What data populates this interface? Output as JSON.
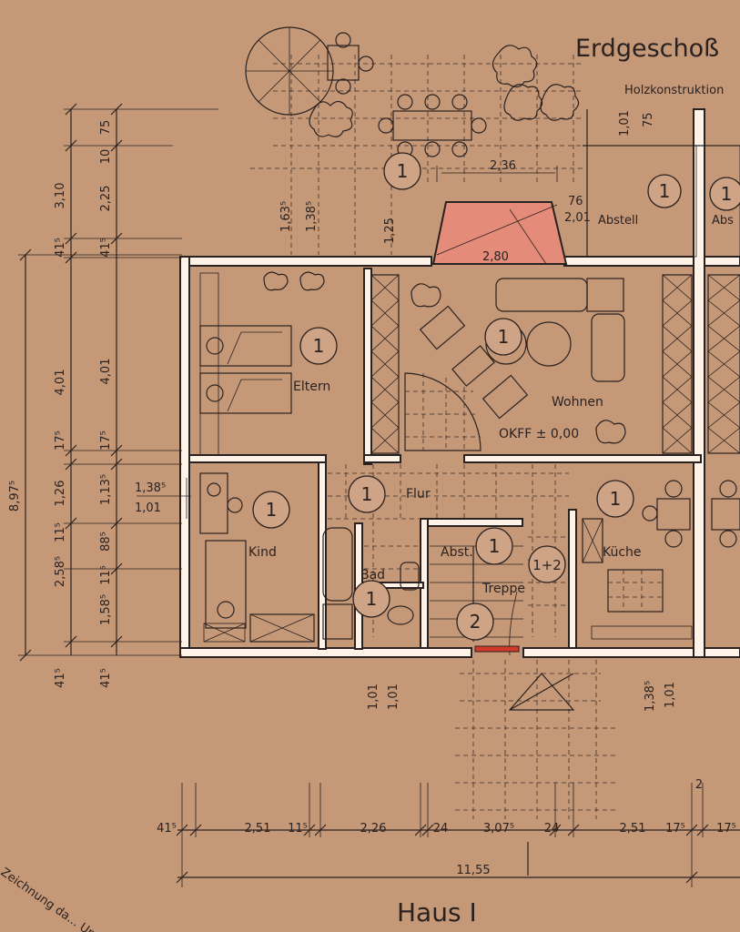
{
  "header": {
    "title": "Erdgeschoß",
    "subtitle": "Holzkonstruktion"
  },
  "footer": {
    "title": "Haus I",
    "corner_note": "Zeichnung da... Untergel..."
  },
  "rooms": {
    "eltern": "Eltern",
    "kind": "Kind",
    "wohnen": "Wohnen",
    "flur": "Flur",
    "abst": "Abst.",
    "bad": "Bad",
    "kueche": "Küche",
    "treppe": "Treppe",
    "abstell": "Abstell",
    "abs_right": "Abs",
    "okff": "OKFF ± 0,00"
  },
  "markers": {
    "one": "1",
    "two": "2",
    "onetwo": "1+2"
  },
  "dims_bottom": {
    "d415": "41⁵",
    "d251a": "2,51",
    "d115": "11⁵",
    "d226": "2,26",
    "d24a": "24",
    "d3075": "3,07⁵",
    "d24b": "24",
    "d251b": "2,51",
    "d175a": "17⁵",
    "d175b": "17⁵",
    "total": "11,55",
    "d2": "2"
  },
  "dims_left_outer": {
    "d897": "8,97⁵",
    "d310": "3,10",
    "d415a": "41⁵",
    "d401": "4,01",
    "d175": "17⁵",
    "d126": "1,26",
    "d2585": "2,58⁵",
    "d115": "11⁵",
    "d415b": "41⁵"
  },
  "dims_left_inner": {
    "d75": "75",
    "d10": "10",
    "d225": "2,25",
    "d415a": "41⁵",
    "d401": "4,01",
    "d175": "17⁵",
    "d1135": "1,13⁵",
    "d885": "88⁵",
    "d115": "11⁵",
    "d1585": "1,58⁵",
    "d415b": "41⁵"
  },
  "dims_misc": {
    "d1385": "1,38⁵",
    "d101": "1,01",
    "d1635": "1,63⁵",
    "d138b": "1,38⁵",
    "d125": "1,25",
    "d236": "2,36",
    "d280": "2,80",
    "d76": "76",
    "d201": "2,01",
    "d101a": "1,01",
    "d75b": "75",
    "d101b": "1,01",
    "d101c": "1,01",
    "d1385b": "1,38⁵",
    "d101d": "1,01"
  }
}
